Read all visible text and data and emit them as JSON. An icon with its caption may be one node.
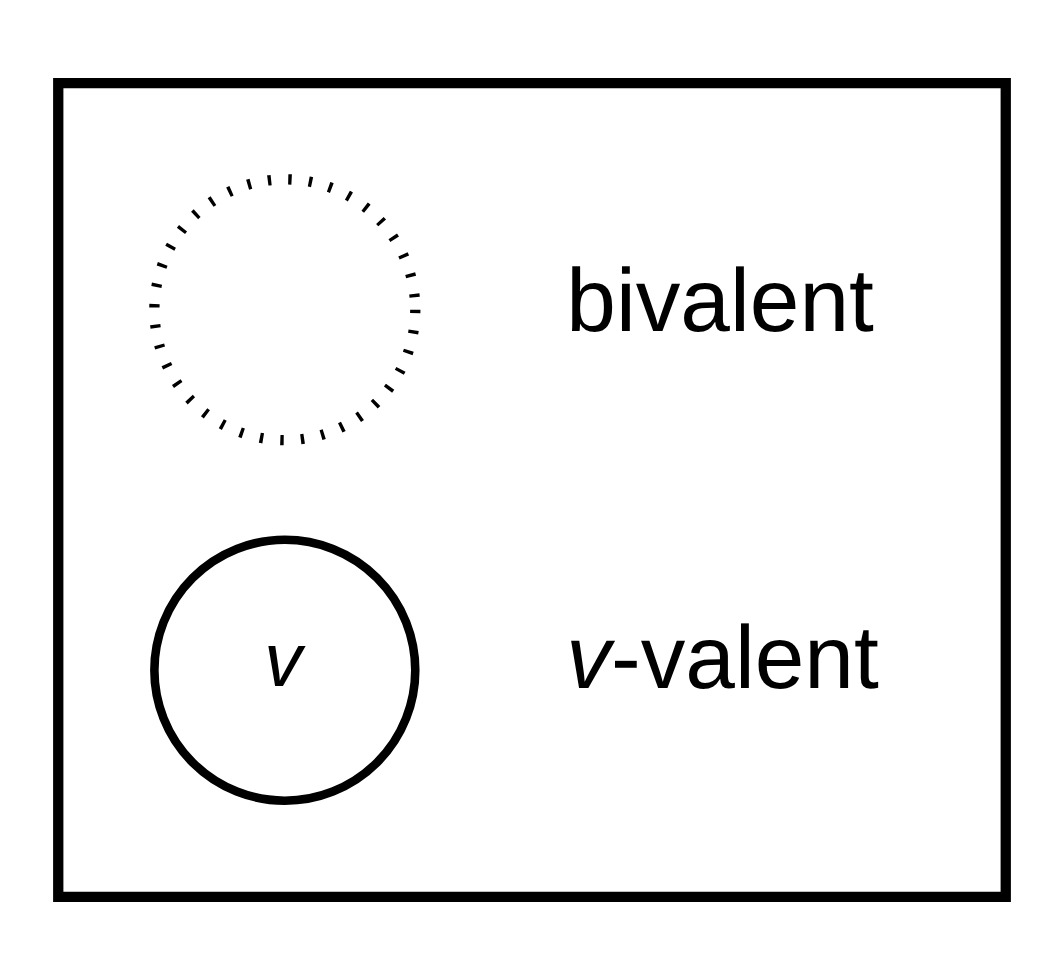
{
  "diagram": {
    "nodes": [
      {
        "text": [],
        "shape": "box"
      },
      {
        "text": [],
        "shape": "circle",
        "beside": [
          "bivalent"
        ],
        "in": 0
      },
      {
        "text": [
          "v"
        ],
        "beside": [
          "*v*-valent"
        ],
        "in": 0
      }
    ]
  }
}
